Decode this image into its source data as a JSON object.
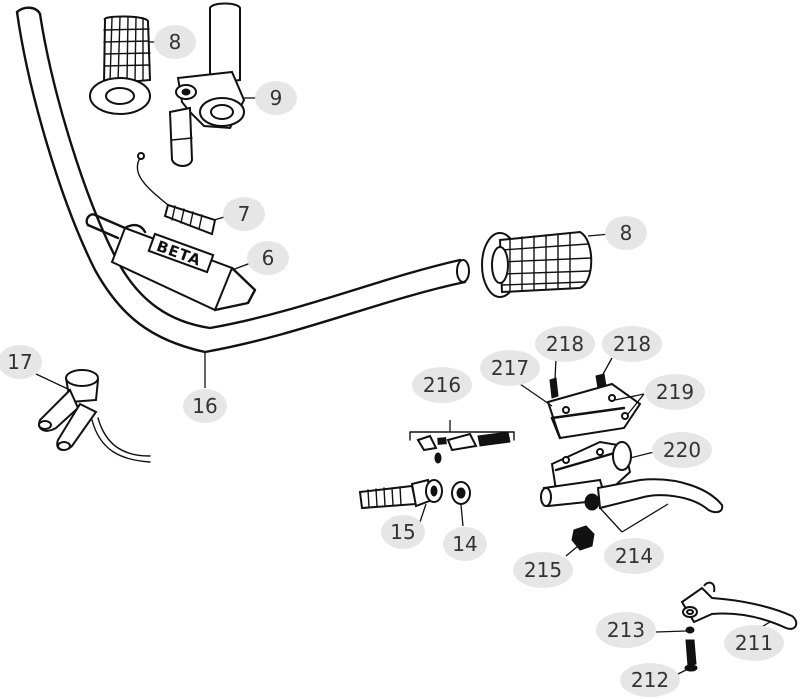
{
  "diagram": {
    "background": "#ffffff",
    "line_color": "#111111",
    "callout_fill": "#e6e6e6",
    "callout_text_color": "#333333",
    "bar_pad_logo": "BETA",
    "callouts": [
      {
        "id": "c8a",
        "label": "8"
      },
      {
        "id": "c9",
        "label": "9"
      },
      {
        "id": "c7",
        "label": "7"
      },
      {
        "id": "c6",
        "label": "6"
      },
      {
        "id": "c8b",
        "label": "8"
      },
      {
        "id": "c17",
        "label": "17"
      },
      {
        "id": "c16",
        "label": "16"
      },
      {
        "id": "c216",
        "label": "216"
      },
      {
        "id": "c217",
        "label": "217"
      },
      {
        "id": "c218a",
        "label": "218"
      },
      {
        "id": "c218b",
        "label": "218"
      },
      {
        "id": "c219",
        "label": "219"
      },
      {
        "id": "c220",
        "label": "220"
      },
      {
        "id": "c15",
        "label": "15"
      },
      {
        "id": "c14",
        "label": "14"
      },
      {
        "id": "c214",
        "label": "214"
      },
      {
        "id": "c215",
        "label": "215"
      },
      {
        "id": "c213",
        "label": "213"
      },
      {
        "id": "c211",
        "label": "211"
      },
      {
        "id": "c212",
        "label": "212"
      }
    ]
  }
}
